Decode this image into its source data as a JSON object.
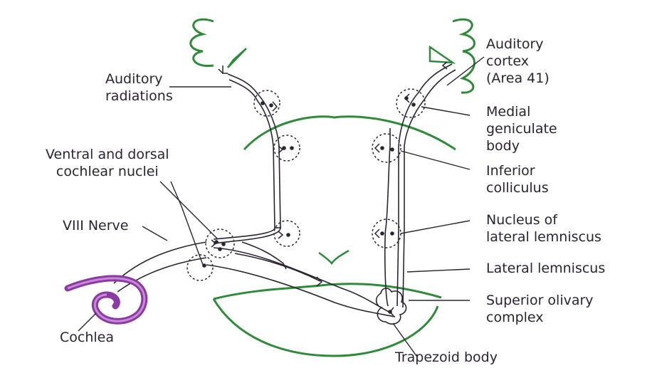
{
  "labels": {
    "auditory_radiations": [
      "Auditory",
      "radiations"
    ],
    "cochlear_nuclei": [
      "Ventral and dorsal",
      "cochlear nuclei"
    ],
    "viii_nerve": "VIII Nerve",
    "cochlea": "Cochlea",
    "auditory_cortex": [
      "Auditory",
      "cortex",
      "(Area 41)"
    ],
    "medial_geniculate": [
      "Medial",
      "geniculate",
      "body"
    ],
    "inferior_colliculus": [
      "Inferior",
      "colliculus"
    ],
    "nucleus_lateral_lemniscus": [
      "Nucleus of",
      "lateral lemniscus"
    ],
    "lateral_lemniscus": "Lateral lemniscus",
    "superior_olivary": [
      "Superior olivary",
      "complex"
    ],
    "trapezoid_body": "Trapezoid body"
  },
  "colors": {
    "brain_outline": "#2f8a3a",
    "cochlea": "#8a3aa0",
    "ink": "#2b2430",
    "paper": "#ffffff"
  }
}
